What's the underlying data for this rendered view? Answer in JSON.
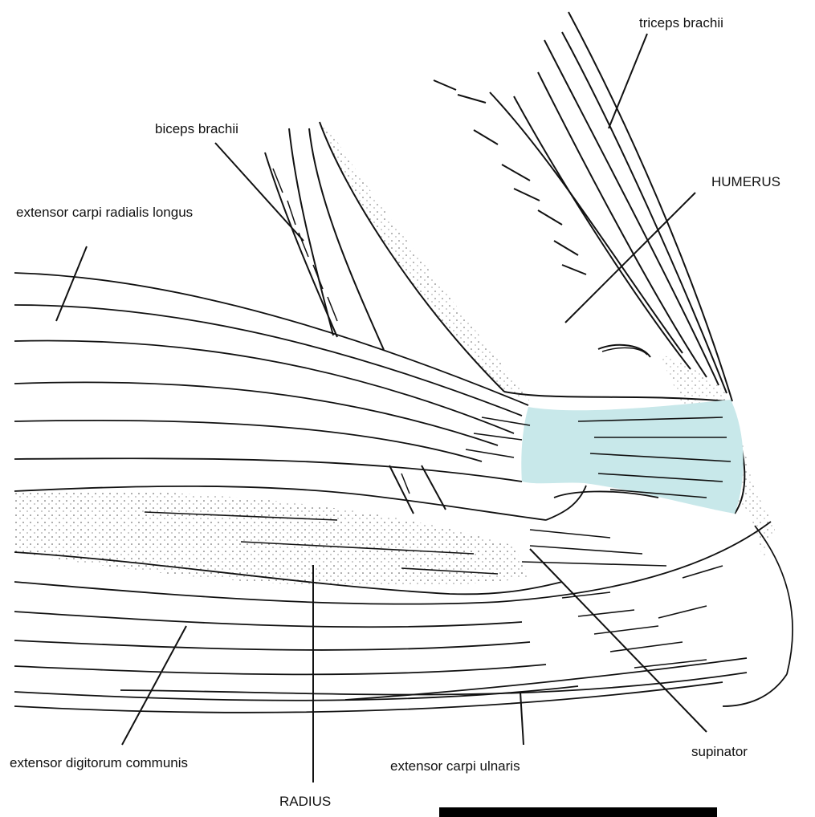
{
  "labels": {
    "triceps": "triceps brachii",
    "biceps": "biceps brachii",
    "humerus": "HUMERUS",
    "ecrl": "extensor carpi radialis longus",
    "edc": "extensor digitorum communis",
    "radius": "RADIUS",
    "ecu": "extensor carpi ulnaris",
    "supinator": "supinator"
  },
  "colors": {
    "ink": "#111111",
    "highlight_fill": "#c8e8ea",
    "background": "#ffffff"
  }
}
